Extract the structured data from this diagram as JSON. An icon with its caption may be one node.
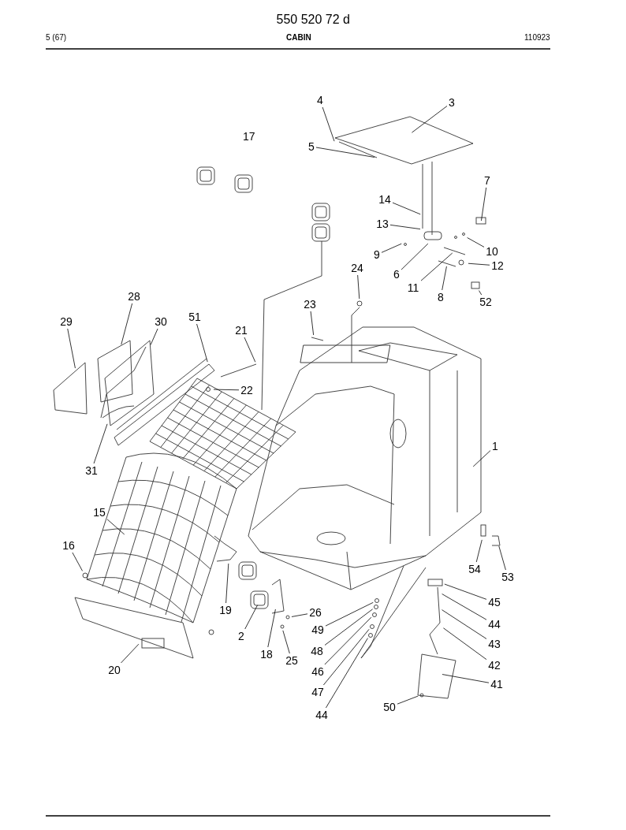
{
  "diagram": {
    "title": "550 520 72 d",
    "labels": [
      "5 (67)",
      "CABIN",
      "110923",
      "17"
    ],
    "nodes": [
      {
        "text": [
          "4"
        ]
      },
      {
        "text": [
          "3"
        ]
      },
      {
        "text": [
          "5"
        ]
      },
      {
        "text": [
          "7"
        ]
      },
      {
        "text": [
          "14"
        ]
      },
      {
        "text": [
          "13"
        ]
      },
      {
        "text": [
          "9"
        ]
      },
      {
        "text": [
          "10"
        ]
      },
      {
        "text": [
          "6"
        ]
      },
      {
        "text": [
          "12"
        ]
      },
      {
        "text": [
          "24"
        ]
      },
      {
        "text": [
          "11"
        ]
      },
      {
        "text": [
          "8"
        ]
      },
      {
        "text": [
          "52"
        ]
      },
      {
        "text": [
          "28"
        ]
      },
      {
        "text": [
          "23"
        ]
      },
      {
        "text": [
          "29"
        ]
      },
      {
        "text": [
          "30"
        ]
      },
      {
        "text": [
          "51"
        ]
      },
      {
        "text": [
          "21"
        ]
      },
      {
        "text": [
          "22"
        ]
      },
      {
        "text": [
          "31"
        ]
      },
      {
        "text": [
          "1"
        ]
      },
      {
        "text": [
          "15"
        ]
      },
      {
        "text": [
          "16"
        ]
      },
      {
        "text": [
          "54"
        ]
      },
      {
        "text": [
          "53"
        ]
      },
      {
        "text": [
          "19"
        ]
      },
      {
        "text": [
          "45"
        ]
      },
      {
        "text": [
          "26"
        ]
      },
      {
        "text": [
          "2"
        ]
      },
      {
        "text": [
          "49"
        ]
      },
      {
        "text": [
          "44"
        ]
      },
      {
        "text": [
          "18"
        ]
      },
      {
        "text": [
          "43"
        ]
      },
      {
        "text": [
          "48"
        ]
      },
      {
        "text": [
          "25"
        ]
      },
      {
        "text": [
          "42"
        ]
      },
      {
        "text": [
          "46"
        ]
      },
      {
        "text": [
          "20"
        ]
      },
      {
        "text": [
          "41"
        ]
      },
      {
        "text": [
          "47"
        ]
      },
      {
        "text": [
          "50"
        ]
      },
      {
        "text": [
          "44"
        ]
      }
    ],
    "edges": [
      {
        "from": 0,
        "to": null,
        "arrow": "none"
      },
      {
        "from": 1,
        "to": null,
        "arrow": "none"
      },
      {
        "from": 2,
        "to": null,
        "arrow": "none"
      },
      {
        "from": 3,
        "to": null,
        "arrow": "none"
      },
      {
        "from": 4,
        "to": null,
        "arrow": "none"
      },
      {
        "from": 5,
        "to": null,
        "arrow": "none"
      },
      {
        "from": 6,
        "to": null,
        "arrow": "none"
      },
      {
        "from": 7,
        "to": null,
        "arrow": "none"
      },
      {
        "from": 8,
        "to": null,
        "arrow": "none"
      },
      {
        "from": 9,
        "to": null,
        "arrow": "none"
      },
      {
        "from": 10,
        "to": null,
        "arrow": "none"
      },
      {
        "from": 11,
        "to": null,
        "arrow": "none"
      },
      {
        "from": 12,
        "to": null,
        "arrow": "none"
      },
      {
        "from": 13,
        "to": null,
        "arrow": "none"
      },
      {
        "from": 14,
        "to": null,
        "arrow": "none"
      },
      {
        "from": 15,
        "to": null,
        "arrow": "none"
      },
      {
        "from": 16,
        "to": null,
        "arrow": "none"
      },
      {
        "from": 17,
        "to": null,
        "arrow": "none"
      },
      {
        "from": 18,
        "to": null,
        "arrow": "none"
      },
      {
        "from": 19,
        "to": null,
        "arrow": "none"
      },
      {
        "from": 20,
        "to": null,
        "arrow": "none"
      },
      {
        "from": 21,
        "to": null,
        "arrow": "none"
      },
      {
        "from": 22,
        "to": null,
        "arrow": "none"
      },
      {
        "from": 23,
        "to": null,
        "arrow": "none"
      },
      {
        "from": 24,
        "to": null,
        "arrow": "none"
      },
      {
        "from": 25,
        "to": null,
        "arrow": "none"
      },
      {
        "from": 26,
        "to": null,
        "arrow": "none"
      },
      {
        "from": 27,
        "to": null,
        "arrow": "none"
      },
      {
        "from": 28,
        "to": null,
        "arrow": "none"
      },
      {
        "from": 29,
        "to": null,
        "arrow": "none"
      },
      {
        "from": 30,
        "to": null,
        "arrow": "none"
      },
      {
        "from": 31,
        "to": null,
        "arrow": "none"
      },
      {
        "from": 32,
        "to": null,
        "arrow": "none"
      },
      {
        "from": 33,
        "to": null,
        "arrow": "none"
      },
      {
        "from": 34,
        "to": null,
        "arrow": "none"
      },
      {
        "from": 35,
        "to": null,
        "arrow": "none"
      },
      {
        "from": 36,
        "to": null,
        "arrow": "none"
      },
      {
        "from": 37,
        "to": null,
        "arrow": "none"
      },
      {
        "from": 38,
        "to": null,
        "arrow": "none"
      },
      {
        "from": 39,
        "to": null,
        "arrow": "none"
      },
      {
        "from": 40,
        "to": null,
        "arrow": "none"
      },
      {
        "from": 41,
        "to": null,
        "arrow": "none"
      },
      {
        "from": 42,
        "to": null,
        "arrow": "none"
      },
      {
        "from": 43,
        "to": null,
        "arrow": "none"
      }
    ]
  }
}
